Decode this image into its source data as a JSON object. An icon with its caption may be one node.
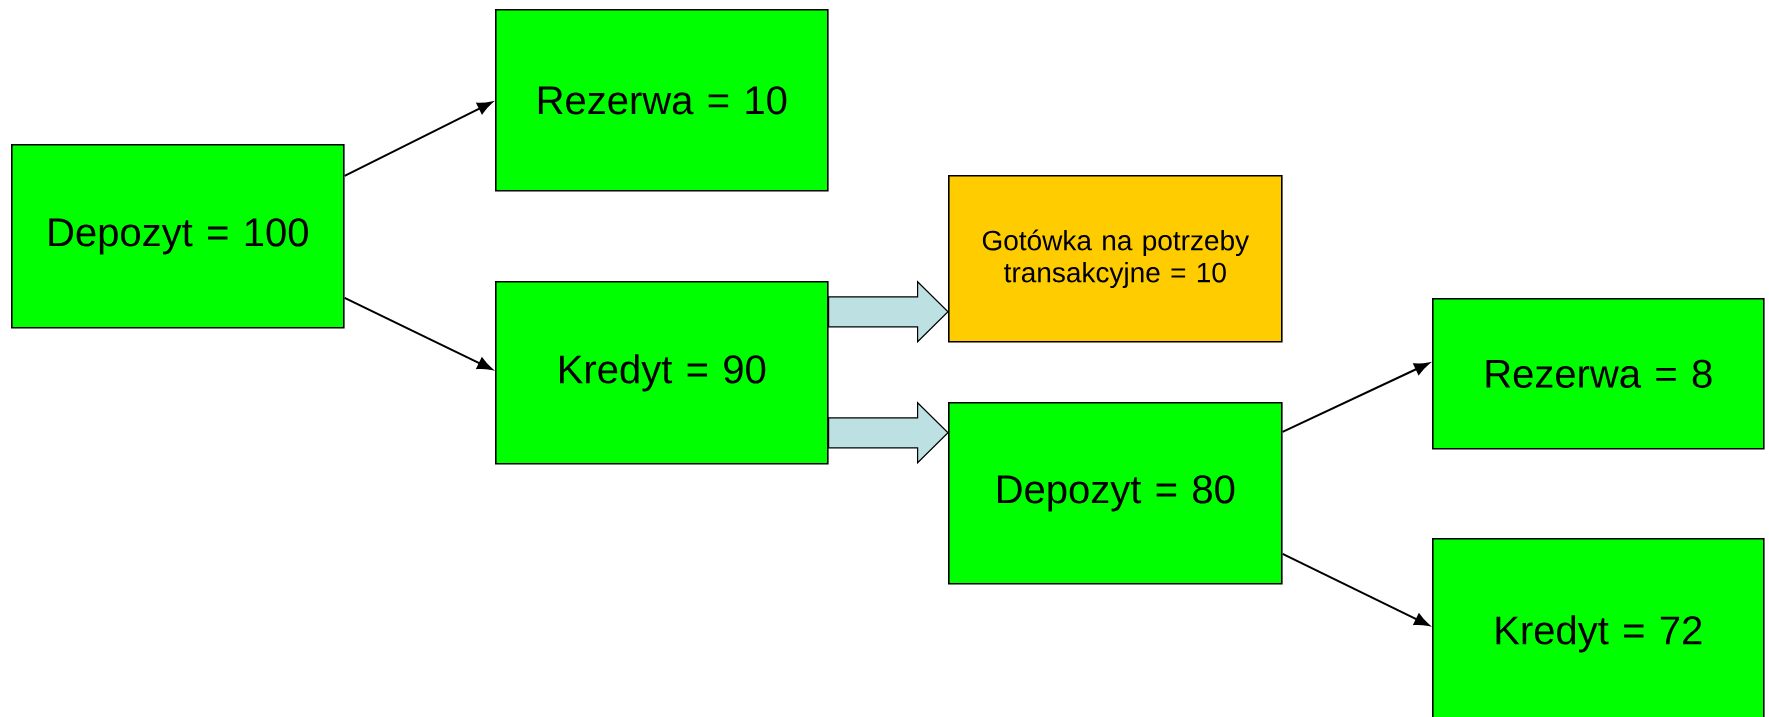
{
  "diagram": {
    "nodes": [
      {
        "text": [
          "Depozyt = 100"
        ]
      },
      {
        "text": [
          "Rezerwa = 10"
        ]
      },
      {
        "text": [
          "Kredyt = 90"
        ]
      },
      {
        "text": [
          "Gotówka na potrzeby transakcyjne = 10"
        ]
      },
      {
        "text": [
          "Depozyt = 80"
        ]
      },
      {
        "text": [
          "Rezerwa = 8"
        ]
      },
      {
        "text": [
          "Kredyt = 72"
        ]
      }
    ],
    "edges": [
      {
        "from": 0,
        "to": 1,
        "arrow": "to"
      },
      {
        "from": 0,
        "to": 2,
        "arrow": "to"
      },
      {
        "from": 2,
        "to": 3,
        "arrow": "to",
        "style": "thick",
        "color": "#bde0e3"
      },
      {
        "from": 2,
        "to": 4,
        "arrow": "to",
        "style": "thick",
        "color": "#bde0e3"
      },
      {
        "from": 4,
        "to": 5,
        "arrow": "to"
      },
      {
        "from": 4,
        "to": 6,
        "arrow": "to"
      }
    ]
  }
}
